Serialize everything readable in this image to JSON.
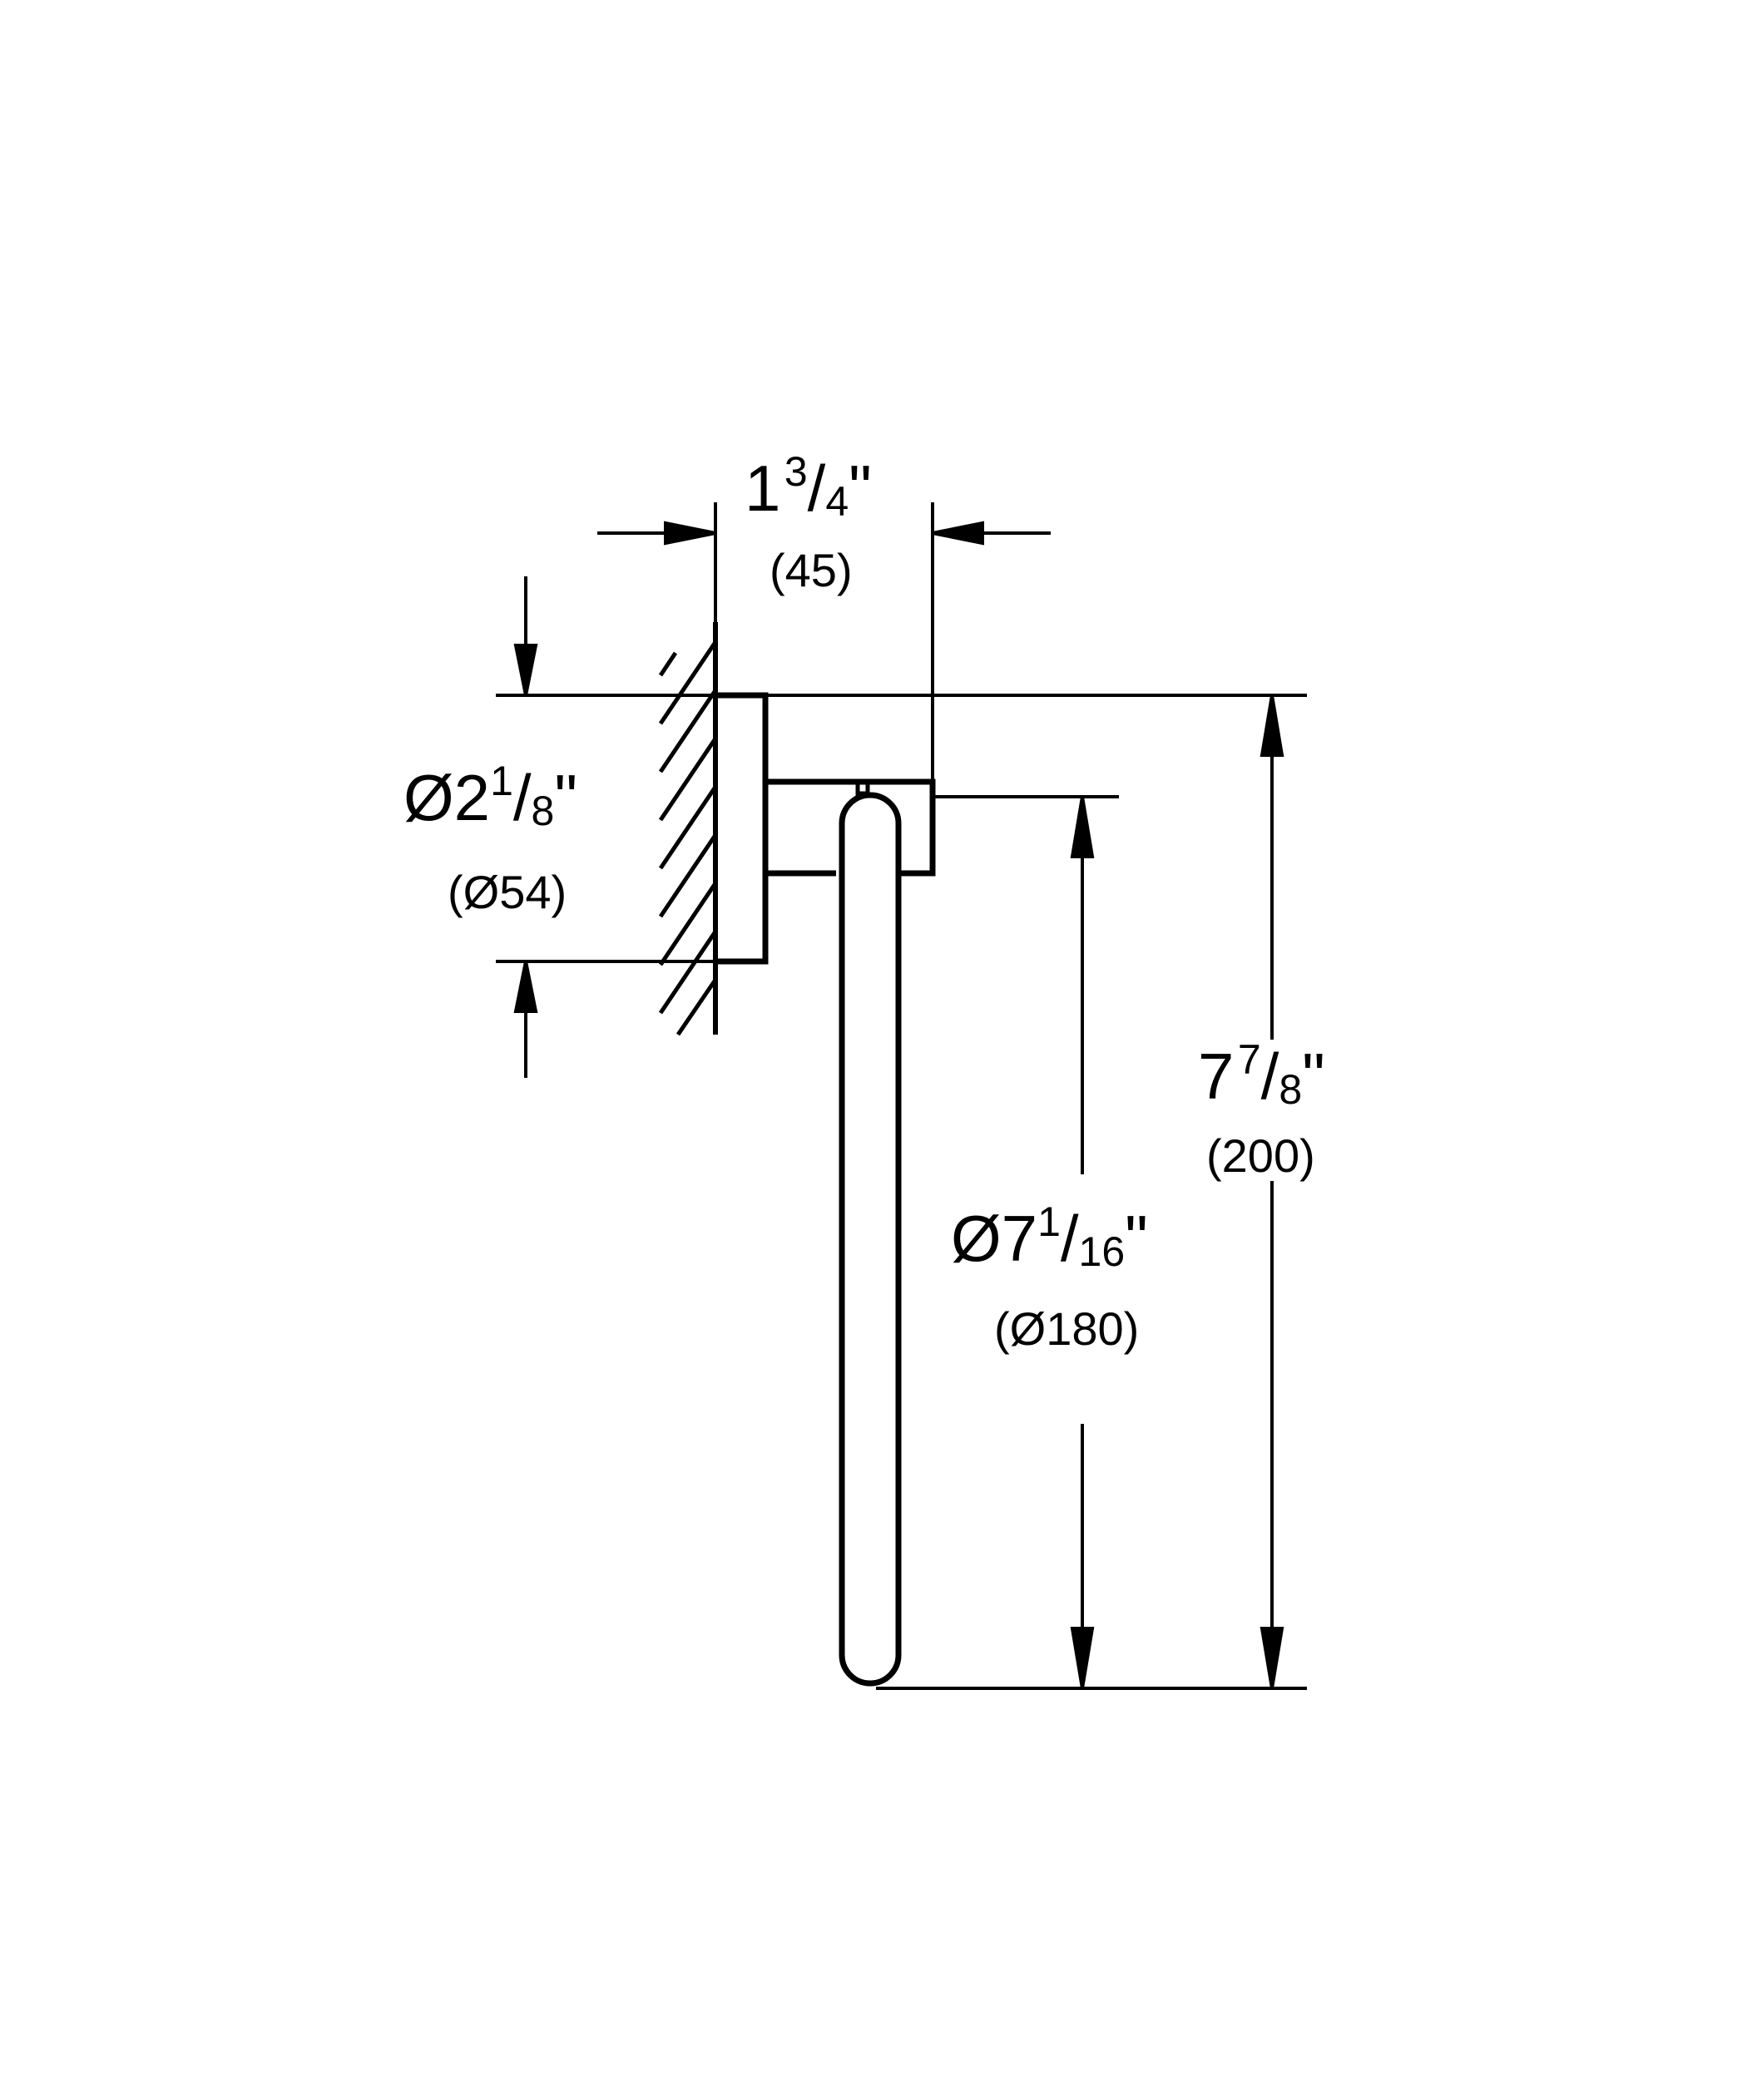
{
  "drawing": {
    "title": "Towel ring dimension drawing",
    "line_color": "#000000",
    "background": "#ffffff"
  },
  "dimensions": {
    "projection": {
      "whole": "1",
      "num": "3",
      "slash": "/",
      "den": "4",
      "unit": "\"",
      "metric": "(45)"
    },
    "plate_diameter": {
      "prefix": "Ø2",
      "num": "1",
      "slash": "/",
      "den": "8",
      "unit": "\"",
      "metric": "(Ø54)"
    },
    "ring_diameter": {
      "prefix": "Ø7",
      "num": "1",
      "slash": "/",
      "den": "16",
      "unit": "\"",
      "metric": "(Ø180)"
    },
    "overall_height": {
      "whole": "7",
      "num": "7",
      "slash": "/",
      "den": "8",
      "unit": "\"",
      "metric": "(200)"
    }
  }
}
